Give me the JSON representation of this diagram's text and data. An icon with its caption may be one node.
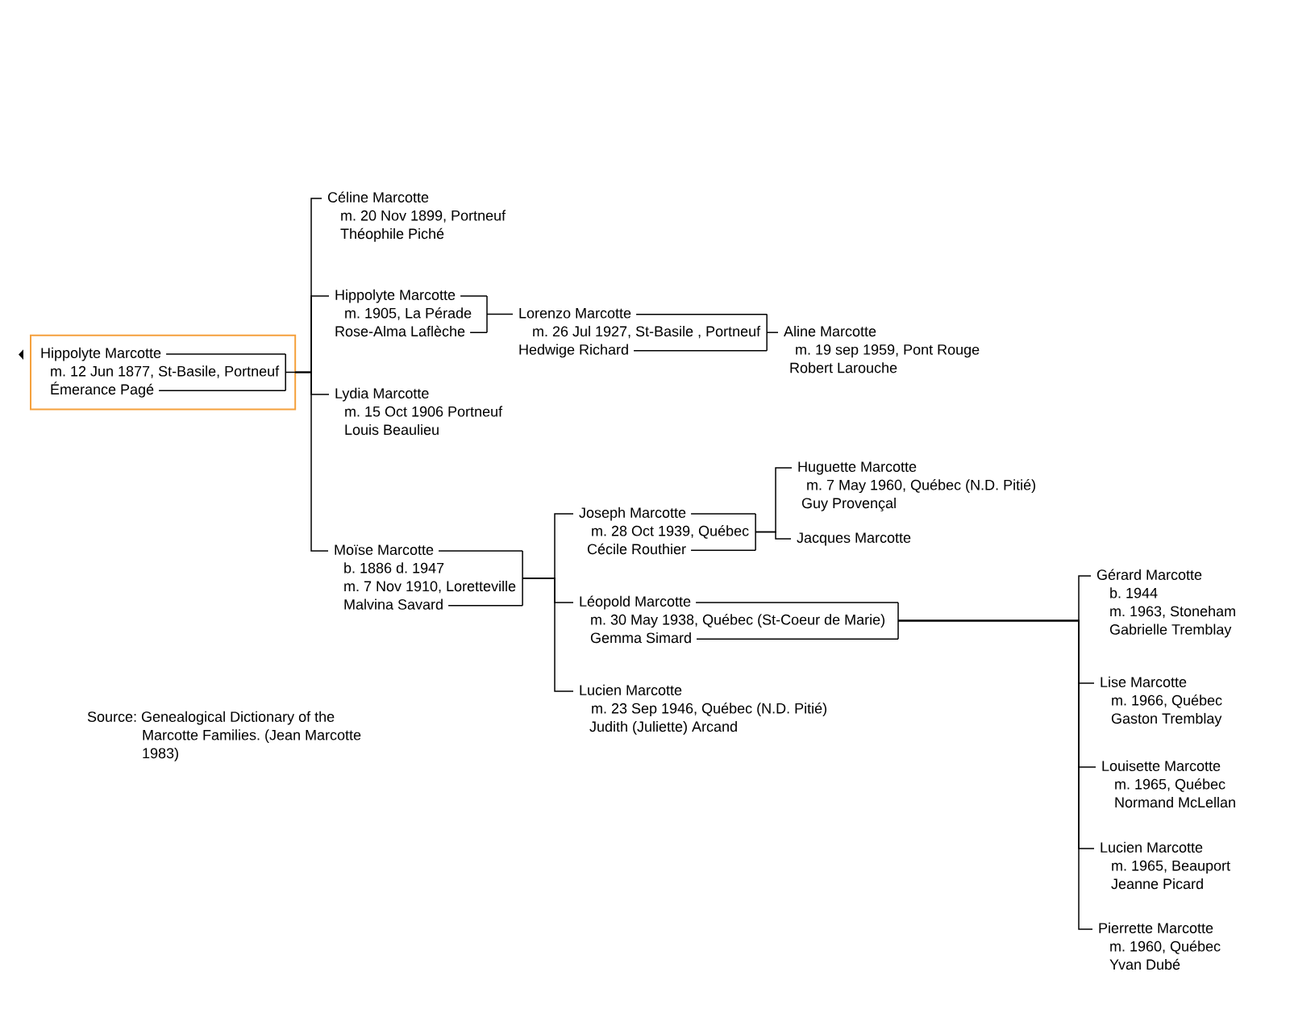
{
  "diagram": {
    "nodes": [
      {
        "text": [
          "Hippolyte Marcotte",
          "m. 12 Jun 1877, St-Basile, Portneuf",
          "Émerance Pagé"
        ]
      },
      {
        "text": [
          "Céline Marcotte",
          "m. 20 Nov 1899, Portneuf",
          "Théophile Piché"
        ]
      },
      {
        "text": [
          "Hippolyte Marcotte",
          "m. 1905, La Pérade",
          "Rose-Alma Laflèche"
        ]
      },
      {
        "text": [
          "Lorenzo Marcotte",
          "m. 26 Jul 1927, St-Basile , Portneuf",
          "Hedwige Richard"
        ]
      },
      {
        "text": [
          "Aline Marcotte",
          "m. 19 sep 1959, Pont Rouge",
          "Robert Larouche"
        ]
      },
      {
        "text": [
          "Lydia Marcotte",
          "m. 15 Oct 1906 Portneuf",
          "Louis Beaulieu"
        ]
      },
      {
        "text": [
          "Moïse Marcotte",
          "b. 1886 d. 1947",
          "m. 7 Nov 1910, Loretteville",
          "Malvina Savard"
        ]
      },
      {
        "text": [
          "Joseph Marcotte",
          "m. 28 Oct 1939, Québec",
          "Cécile Routhier"
        ]
      },
      {
        "text": [
          "Huguette Marcotte",
          "m. 7 May 1960, Québec (N.D. Pitié)",
          "Guy Provençal"
        ]
      },
      {
        "text": [
          "Jacques Marcotte"
        ]
      },
      {
        "text": [
          "Léopold Marcotte",
          "m. 30 May 1938, Québec (St-Coeur de Marie)",
          "Gemma Simard"
        ]
      },
      {
        "text": [
          "Gérard Marcotte",
          "b. 1944",
          "m. 1963, Stoneham",
          "Gabrielle Tremblay"
        ]
      },
      {
        "text": [
          "Lise Marcotte",
          "m. 1966, Québec",
          "Gaston Tremblay"
        ]
      },
      {
        "text": [
          "Louisette Marcotte",
          "m. 1965, Québec",
          "Normand McLellan"
        ]
      },
      {
        "text": [
          "Lucien Marcotte",
          "m. 1965, Beauport",
          "Jeanne Picard"
        ]
      },
      {
        "text": [
          "Pierrette Marcotte",
          "m. 1960, Québec",
          "Yvan Dubé"
        ]
      },
      {
        "text": [
          "Lucien Marcotte",
          "m. 23 Sep 1946, Québec (N.D. Pitié)",
          "Judith (Juliette) Arcand"
        ]
      }
    ],
    "edges": [
      {
        "from": 0,
        "to": 1,
        "arrow": "none"
      },
      {
        "from": 0,
        "to": 2,
        "arrow": "none"
      },
      {
        "from": 0,
        "to": 5,
        "arrow": "none"
      },
      {
        "from": 0,
        "to": 6,
        "arrow": "none"
      },
      {
        "from": 2,
        "to": 3,
        "arrow": "none"
      },
      {
        "from": 3,
        "to": 4,
        "arrow": "none"
      },
      {
        "from": 6,
        "to": 7,
        "arrow": "none"
      },
      {
        "from": 6,
        "to": 10,
        "arrow": "none"
      },
      {
        "from": 6,
        "to": 16,
        "arrow": "none"
      },
      {
        "from": 7,
        "to": 8,
        "arrow": "none"
      },
      {
        "from": 7,
        "to": 9,
        "arrow": "none"
      },
      {
        "from": 10,
        "to": 11,
        "arrow": "none"
      },
      {
        "from": 10,
        "to": 12,
        "arrow": "none"
      },
      {
        "from": 10,
        "to": 13,
        "arrow": "none"
      },
      {
        "from": 10,
        "to": 14,
        "arrow": "none"
      },
      {
        "from": 10,
        "to": 15,
        "arrow": "none"
      }
    ],
    "labels": [
      "Source: Genealogical Dictionary of the Marcotte Families. (Jean Marcotte 1983)"
    ]
  }
}
